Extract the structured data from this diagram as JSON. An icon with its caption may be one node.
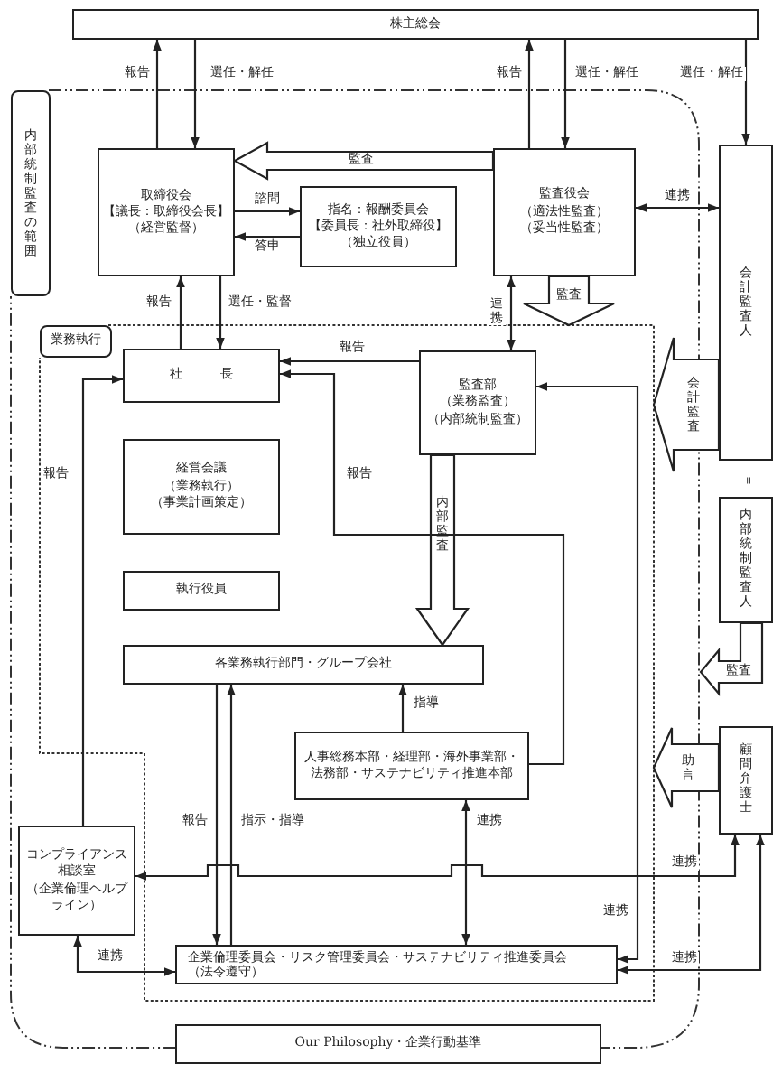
{
  "diagram": {
    "nodes": [
      {
        "text": [
          "株主総会"
        ]
      },
      {
        "text": [
          "内部統制監査の範囲"
        ]
      },
      {
        "text": [
          "取締役会",
          "【議長：取締役会長】",
          "（経営監督）"
        ],
        "in": 1
      },
      {
        "text": [
          "指名：報酬委員会",
          "【委員長：社外取締役】",
          "（独立役員）"
        ],
        "in": 1
      },
      {
        "text": [
          "監査役会",
          "（適法性監査）",
          "（妥当性監査）"
        ],
        "in": 1
      },
      {
        "text": [
          "会計監査人"
        ]
      },
      {
        "text": [
          "内部統制監査人"
        ]
      },
      {
        "text": [
          "顧問弁護士"
        ]
      },
      {
        "text": [
          "業務執行"
        ],
        "in": 1
      },
      {
        "text": [
          "社長"
        ],
        "in": 8
      },
      {
        "text": [
          "監査部",
          "（業務監査）",
          "（内部統制監査）"
        ],
        "in": 8
      },
      {
        "text": [
          "経営会議",
          "（業務執行）",
          "（事業計画策定）"
        ],
        "in": 8
      },
      {
        "text": [
          "執行役員"
        ],
        "in": 8
      },
      {
        "text": [
          "各業務執行部門・グループ会社"
        ],
        "in": 8
      },
      {
        "text": [
          "人事総務本部・経理部・海外事業部・法務部・サステナビリティ推進本部"
        ],
        "in": 8
      },
      {
        "text": [
          "コンプライアンス相談室",
          "（企業倫理ヘルプライン）"
        ],
        "in": 1
      },
      {
        "text": [
          "企業倫理委員会・リスク管理委員会・サステナビリティ推進委員会",
          "（法令遵守）"
        ],
        "in": 8
      },
      {
        "text": [
          "Our Philosophy・企業行動基準"
        ]
      }
    ],
    "edges": [
      {
        "from": 2,
        "to": 0,
        "arrow": "to",
        "label": "報告"
      },
      {
        "from": 0,
        "to": 2,
        "arrow": "to",
        "label": "選任・解任"
      },
      {
        "from": 4,
        "to": 0,
        "arrow": "to",
        "label": "報告"
      },
      {
        "from": 0,
        "to": 4,
        "arrow": "to",
        "label": "選任・解任"
      },
      {
        "from": 0,
        "to": 5,
        "arrow": "to",
        "label": "選任・解任"
      },
      {
        "from": 4,
        "to": 2,
        "arrow": "to",
        "label": "監査",
        "style": "thick"
      },
      {
        "from": 2,
        "to": 3,
        "arrow": "to",
        "label": "諮問"
      },
      {
        "from": 3,
        "to": 2,
        "arrow": "to",
        "label": "答申"
      },
      {
        "from": 4,
        "to": 5,
        "arrow": "both",
        "label": "連携"
      },
      {
        "from": 9,
        "to": 2,
        "arrow": "to",
        "label": "報告"
      },
      {
        "from": 2,
        "to": 9,
        "arrow": "to",
        "label": "選任・監督"
      },
      {
        "from": 4,
        "to": 10,
        "arrow": "both",
        "label": "連携"
      },
      {
        "from": 4,
        "to": 8,
        "arrow": "to",
        "label": "監査",
        "style": "thick"
      },
      {
        "from": 10,
        "to": 9,
        "arrow": "to",
        "label": "報告"
      },
      {
        "from": 10,
        "to": 13,
        "arrow": "to",
        "label": "内部監査",
        "style": "thick"
      },
      {
        "from": 5,
        "to": 8,
        "arrow": "to",
        "label": "会計監査",
        "style": "thick"
      },
      {
        "from": 6,
        "to": 1,
        "arrow": "to",
        "label": "監査",
        "style": "thick"
      },
      {
        "from": 7,
        "to": 8,
        "arrow": "to",
        "label": "助言",
        "style": "thick"
      },
      {
        "from": 14,
        "to": 13,
        "arrow": "to",
        "label": "指導"
      },
      {
        "from": 14,
        "to": 9,
        "arrow": "to",
        "label": "報告"
      },
      {
        "from": 16,
        "to": 10,
        "arrow": "both",
        "label": "連携"
      },
      {
        "from": 15,
        "to": 9,
        "arrow": "to",
        "label": "報告"
      },
      {
        "from": 13,
        "to": 16,
        "arrow": "to",
        "label": "報告"
      },
      {
        "from": 16,
        "to": 13,
        "arrow": "to",
        "label": "指示・指導"
      },
      {
        "from": 14,
        "to": 16,
        "arrow": "both",
        "label": "連携"
      },
      {
        "from": 7,
        "to": 15,
        "arrow": "both",
        "label": "連携"
      },
      {
        "from": 7,
        "to": 16,
        "arrow": "both",
        "label": "連携"
      },
      {
        "from": 15,
        "to": 16,
        "arrow": "both",
        "label": "連携"
      }
    ],
    "labels": [
      "＝"
    ]
  }
}
